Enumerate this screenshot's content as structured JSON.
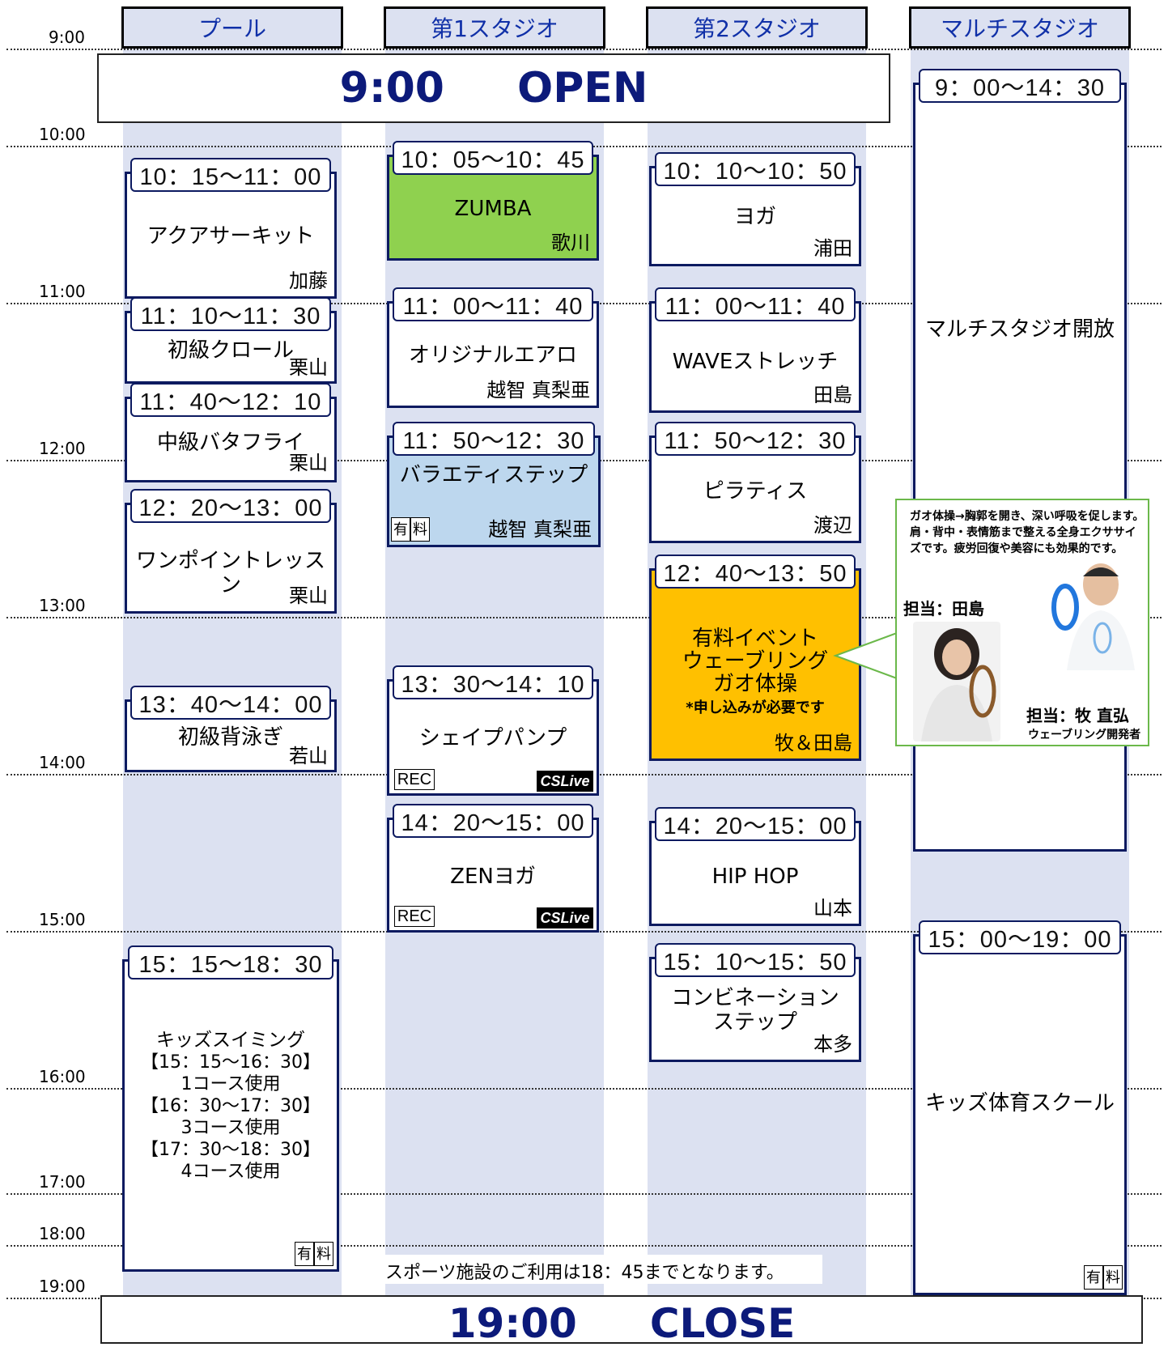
{
  "time_labels": [
    "9:00",
    "10:00",
    "11:00",
    "12:00",
    "13:00",
    "14:00",
    "15:00",
    "16:00",
    "17:00",
    "18:00",
    "19:00"
  ],
  "columns": [
    "プール",
    "第1スタジオ",
    "第2スタジオ",
    "マルチスタジオ"
  ],
  "open_banner": {
    "time": "9:00",
    "label": "OPEN"
  },
  "close_banner": {
    "time": "19:00",
    "label": "CLOSE"
  },
  "pool": [
    {
      "time": "10：15〜11：00",
      "title": "アクアサーキット",
      "instructor": "加藤"
    },
    {
      "time": "11：10〜11：30",
      "title": "初級クロール",
      "instructor": "栗山"
    },
    {
      "time": "11：40〜12：10",
      "title": "中級バタフライ",
      "instructor": "栗山"
    },
    {
      "time": "12：20〜13：00",
      "title": "ワンポイントレッスン",
      "instructor": "栗山"
    },
    {
      "time": "13：40〜14：00",
      "title": "初級背泳ぎ",
      "instructor": "若山"
    },
    {
      "time": "15：15〜18：30",
      "title": "キッズスイミング",
      "lines": [
        "【15：15〜16：30】",
        "1コース使用",
        "【16：30〜17：30】",
        "3コース使用",
        "【17：30〜18：30】",
        "4コース使用"
      ],
      "paid": [
        "有",
        "料"
      ]
    }
  ],
  "studio1": [
    {
      "time": "10：05〜10：45",
      "title": "ZUMBA",
      "instructor": "歌川",
      "color": "#8fd14f"
    },
    {
      "time": "11：00〜11：40",
      "title": "オリジナルエアロ",
      "instructor": "越智 真梨亜"
    },
    {
      "time": "11：50〜12：30",
      "title": "バラエティステップ",
      "instructor": "越智 真梨亜",
      "color": "#bdd7ee",
      "paid": [
        "有",
        "料"
      ]
    },
    {
      "time": "13：30〜14：10",
      "title": "シェイプパンプ",
      "rec": "REC",
      "cslive": "CSLive"
    },
    {
      "time": "14：20〜15：00",
      "title": "ZENヨガ",
      "rec": "REC",
      "cslive": "CSLive"
    }
  ],
  "studio2": [
    {
      "time": "10：10〜10：50",
      "title": "ヨガ",
      "instructor": "浦田"
    },
    {
      "time": "11：00〜11：40",
      "title": "WAVEストレッチ",
      "instructor": "田島"
    },
    {
      "time": "11：50〜12：30",
      "title": "ピラティス",
      "instructor": "渡辺"
    },
    {
      "time": "12：40〜13：50",
      "title": "有料イベント",
      "title2": "ウェーブリング",
      "title3": "ガオ体操",
      "note": "*申し込みが必要です",
      "instructor": "牧＆田島",
      "color": "#ffc000"
    },
    {
      "time": "14：20〜15：00",
      "title": "HIP HOP",
      "instructor": "山本"
    },
    {
      "time": "15：10〜15：50",
      "title": "コンビネーション",
      "title2": "ステップ",
      "instructor": "本多"
    }
  ],
  "multi": [
    {
      "time": "9：00〜14：30",
      "title": "マルチスタジオ開放"
    },
    {
      "time": "15：00〜19：00",
      "title": "キッズ体育スクール",
      "paid": [
        "有",
        "料"
      ]
    }
  ],
  "callout": {
    "description": "ガオ体操→胸郭を開き、深い呼吸を促します。肩・背中・表情筋まで整える全身エクササイズです。疲労回復や美容にも効果的です。",
    "staff1": "担当：田島",
    "staff2": "担当：牧 直弘",
    "staff2_role": "ウェーブリング開発者"
  },
  "notice": "スポーツ施設のご利用は18：45までとなります。"
}
